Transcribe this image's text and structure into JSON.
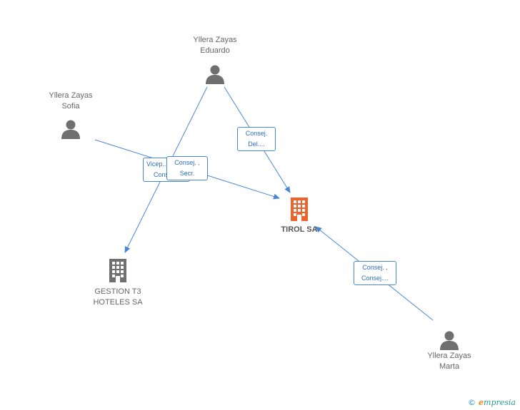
{
  "nodes": {
    "eduardo": {
      "line1": "Yllera Zayas",
      "line2": "Eduardo",
      "icon": "person-icon"
    },
    "sofia": {
      "line1": "Yllera Zayas",
      "line2": "Sofia",
      "icon": "person-icon"
    },
    "marta": {
      "line1": "Yllera Zayas",
      "line2": "Marta",
      "icon": "person-icon"
    },
    "tirol": {
      "line1": "TIROL SA",
      "icon": "building-icon"
    },
    "gestion": {
      "line1": "GESTION T3",
      "line2": "HOTELES SA",
      "icon": "building-icon"
    }
  },
  "edge_labels": {
    "eduardo_tirol": {
      "line1": "Consej.",
      "line2": "Del...."
    },
    "sofia_gestion": {
      "line1": "Vicep....",
      "line2": "Cons...."
    },
    "eduardo_sofia": {
      "line1": "Consej. ,",
      "line2": "Secr."
    },
    "marta_tirol": {
      "line1": "Consej. ,",
      "line2": "Consej...."
    }
  },
  "colors": {
    "edge": "#4a86d8",
    "person": "#6f6f6f",
    "company_main": "#f0622a",
    "company": "#6f6f6f"
  },
  "brand": {
    "copyright": "©",
    "name_first": "e",
    "name_rest": "mpresia"
  }
}
